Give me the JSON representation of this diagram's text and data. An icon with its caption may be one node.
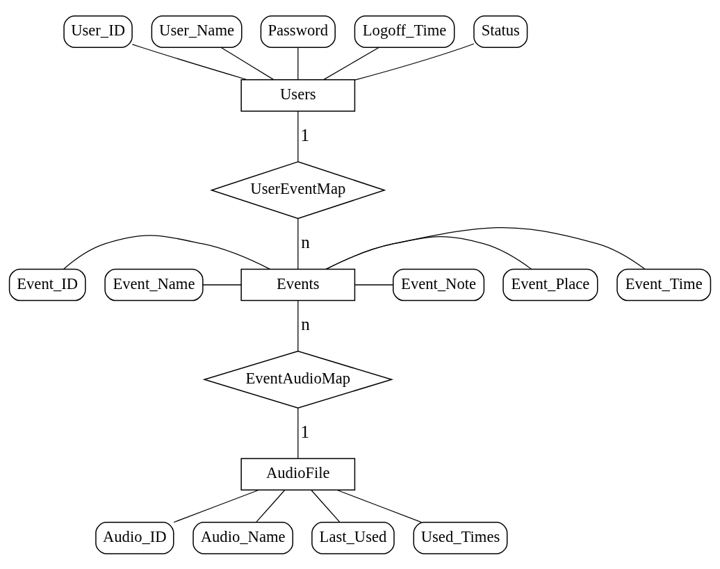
{
  "diagram": {
    "nodes": [
      {
        "text": [
          "User_ID"
        ]
      },
      {
        "text": [
          "User_Name"
        ]
      },
      {
        "text": [
          "Password"
        ]
      },
      {
        "text": [
          "Logoff_Time"
        ]
      },
      {
        "text": [
          "Status"
        ]
      },
      {
        "text": [
          "Users"
        ]
      },
      {
        "text": [
          "UserEventMap"
        ]
      },
      {
        "text": [
          "Event_ID"
        ]
      },
      {
        "text": [
          "Event_Time"
        ]
      },
      {
        "text": [
          "Events"
        ]
      },
      {
        "text": [
          "Event_Place"
        ]
      },
      {
        "text": [
          "Event_Name"
        ]
      },
      {
        "text": [
          "Event_Note"
        ]
      },
      {
        "text": [
          "EventAudioMap"
        ]
      },
      {
        "text": [
          "AudioFile"
        ]
      },
      {
        "text": [
          "Audio_ID"
        ]
      },
      {
        "text": [
          "Audio_Name"
        ]
      },
      {
        "text": [
          "Last_Used"
        ]
      },
      {
        "text": [
          "Used_Times"
        ]
      }
    ],
    "edges": [
      {
        "from": 0,
        "to": 5,
        "arrow": "none"
      },
      {
        "from": 1,
        "to": 5,
        "arrow": "none"
      },
      {
        "from": 2,
        "to": 5,
        "arrow": "none"
      },
      {
        "from": 3,
        "to": 5,
        "arrow": "none"
      },
      {
        "from": 4,
        "to": 5,
        "arrow": "none"
      },
      {
        "from": 5,
        "to": 6,
        "arrow": "none",
        "label": "1"
      },
      {
        "from": 6,
        "to": 9,
        "arrow": "none",
        "label": "n"
      },
      {
        "from": 7,
        "to": 9,
        "arrow": "none"
      },
      {
        "from": 11,
        "to": 9,
        "arrow": "none"
      },
      {
        "from": 9,
        "to": 8,
        "arrow": "none"
      },
      {
        "from": 9,
        "to": 10,
        "arrow": "none"
      },
      {
        "from": 9,
        "to": 12,
        "arrow": "none"
      },
      {
        "from": 9,
        "to": 13,
        "arrow": "none",
        "label": "n"
      },
      {
        "from": 13,
        "to": 14,
        "arrow": "none",
        "label": "1"
      },
      {
        "from": 14,
        "to": 15,
        "arrow": "none"
      },
      {
        "from": 14,
        "to": 16,
        "arrow": "none"
      },
      {
        "from": 14,
        "to": 17,
        "arrow": "none"
      },
      {
        "from": 14,
        "to": 18,
        "arrow": "none"
      }
    ]
  }
}
